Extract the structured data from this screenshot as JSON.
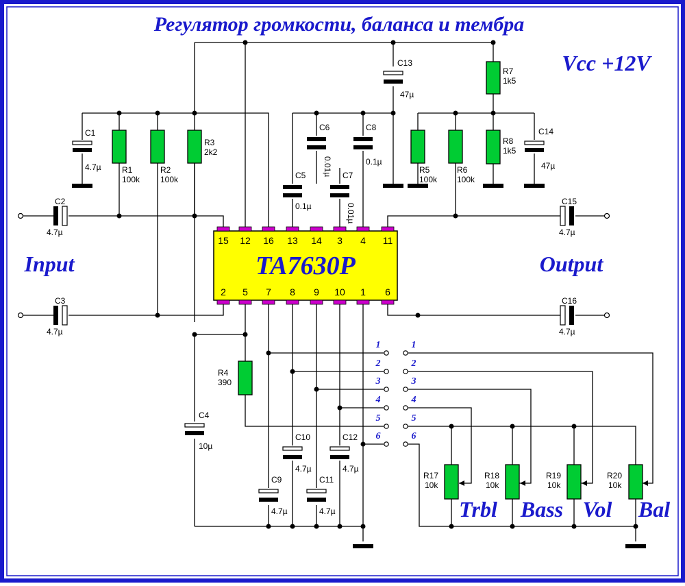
{
  "title": "Регулятор громкости, баланса и тембра",
  "supply": "Vcc +12V",
  "ic": {
    "name": "TA7630P",
    "top_pins": [
      "15",
      "12",
      "16",
      "13",
      "14",
      "3",
      "4",
      "11"
    ],
    "bottom_pins": [
      "2",
      "5",
      "7",
      "8",
      "9",
      "10",
      "1",
      "6"
    ]
  },
  "io": {
    "input": "Input",
    "output": "Output"
  },
  "components": {
    "C1": {
      "ref": "C1",
      "val": "4.7µ"
    },
    "C2": {
      "ref": "C2",
      "val": "4.7µ"
    },
    "C3": {
      "ref": "C3",
      "val": "4.7µ"
    },
    "C4": {
      "ref": "C4",
      "val": "10µ"
    },
    "C5": {
      "ref": "C5",
      "val": "0.1µ"
    },
    "C6": {
      "ref": "C6",
      "val": "0.01µ"
    },
    "C7": {
      "ref": "C7",
      "val": "0.01µ"
    },
    "C8": {
      "ref": "C8",
      "val": "0.1µ"
    },
    "C9": {
      "ref": "C9",
      "val": "4.7µ"
    },
    "C10": {
      "ref": "C10",
      "val": "4.7µ"
    },
    "C11": {
      "ref": "C11",
      "val": "4.7µ"
    },
    "C12": {
      "ref": "C12",
      "val": "4.7µ"
    },
    "C13": {
      "ref": "C13",
      "val": "47µ"
    },
    "C14": {
      "ref": "C14",
      "val": "47µ"
    },
    "C15": {
      "ref": "C15",
      "val": "4.7µ"
    },
    "C16": {
      "ref": "C16",
      "val": "4.7µ"
    },
    "R1": {
      "ref": "R1",
      "val": "100k"
    },
    "R2": {
      "ref": "R2",
      "val": "100k"
    },
    "R3": {
      "ref": "R3",
      "val": "2k2"
    },
    "R4": {
      "ref": "R4",
      "val": "390"
    },
    "R5": {
      "ref": "R5",
      "val": "100k"
    },
    "R6": {
      "ref": "R6",
      "val": "100k"
    },
    "R7": {
      "ref": "R7",
      "val": "1k5"
    },
    "R8": {
      "ref": "R8",
      "val": "1k5"
    },
    "R17": {
      "ref": "R17",
      "val": "10k"
    },
    "R18": {
      "ref": "R18",
      "val": "10k"
    },
    "R19": {
      "ref": "R19",
      "val": "10k"
    },
    "R20": {
      "ref": "R20",
      "val": "10k"
    }
  },
  "switch_numbers": [
    "1",
    "2",
    "3",
    "4",
    "5",
    "6"
  ],
  "controls": {
    "trbl": "Trbl",
    "bass": "Bass",
    "vol": "Vol",
    "bal": "Bal"
  },
  "colors": {
    "border": "#1a1acc",
    "ic_body": "#ffff00",
    "ic_pin": "#cc00cc",
    "resistor": "#00cc33",
    "wire": "#000000",
    "text_blue": "#1a1acc"
  }
}
